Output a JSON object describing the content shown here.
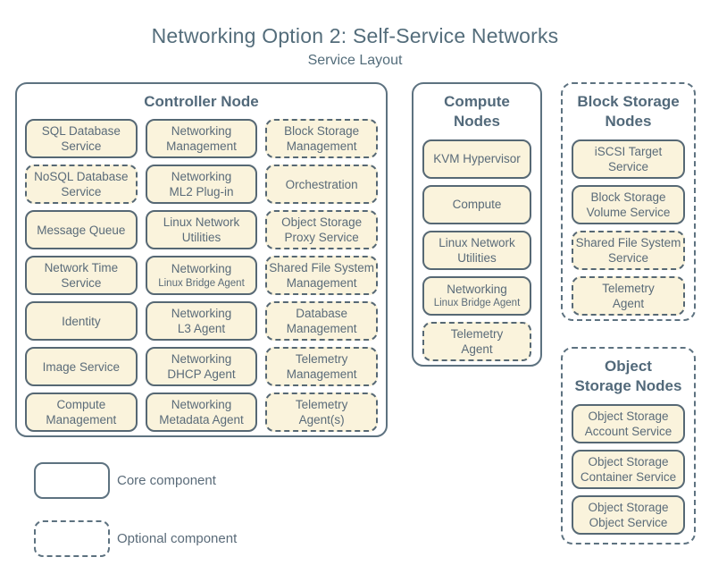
{
  "title": "Networking Option 2: Self-Service Networks",
  "subtitle": "Service Layout",
  "colors": {
    "background": "#ffffff",
    "service_fill": "#faf3dc",
    "service_border": "#566874",
    "container_border": "#5d7280",
    "text": "#5a6b79",
    "heading": "#52697a"
  },
  "legend": {
    "core": {
      "style": "solid",
      "label": "Core component"
    },
    "optional": {
      "style": "dashed",
      "label": "Optional component"
    }
  },
  "nodes": {
    "controller": {
      "title": "Controller Node",
      "style": "solid",
      "services": [
        {
          "label": "SQL Database Service",
          "style": "solid",
          "lines": [
            "SQL Database",
            "Service"
          ]
        },
        {
          "label": "Networking Management",
          "style": "solid",
          "lines": [
            "Networking",
            "Management"
          ]
        },
        {
          "label": "Block Storage Management",
          "style": "dashed",
          "lines": [
            "Block Storage",
            "Management"
          ]
        },
        {
          "label": "NoSQL Database Service",
          "style": "dashed",
          "lines": [
            "NoSQL Database",
            "Service"
          ]
        },
        {
          "label": "Networking ML2 Plug-in",
          "style": "solid",
          "lines": [
            "Networking",
            "ML2 Plug-in"
          ]
        },
        {
          "label": "Orchestration",
          "style": "dashed",
          "lines": [
            "Orchestration"
          ]
        },
        {
          "label": "Message Queue",
          "style": "solid",
          "lines": [
            "Message Queue"
          ]
        },
        {
          "label": "Linux Network Utilities",
          "style": "solid",
          "lines": [
            "Linux Network",
            "Utilities"
          ]
        },
        {
          "label": "Object Storage Proxy Service",
          "style": "dashed",
          "lines": [
            "Object Storage",
            "Proxy Service"
          ]
        },
        {
          "label": "Network Time Service",
          "style": "solid",
          "lines": [
            "Network Time",
            "Service"
          ]
        },
        {
          "label": "Networking Linux Bridge Agent",
          "style": "solid",
          "lines": [
            "Networking",
            "Linux Bridge Agent"
          ],
          "small_second_line": true
        },
        {
          "label": "Shared File System Management",
          "style": "dashed",
          "lines": [
            "Shared File System",
            "Management"
          ]
        },
        {
          "label": "Identity",
          "style": "solid",
          "lines": [
            "Identity"
          ]
        },
        {
          "label": "Networking L3 Agent",
          "style": "solid",
          "lines": [
            "Networking",
            "L3 Agent"
          ]
        },
        {
          "label": "Database Management",
          "style": "dashed",
          "lines": [
            "Database",
            "Management"
          ]
        },
        {
          "label": "Image Service",
          "style": "solid",
          "lines": [
            "Image Service"
          ]
        },
        {
          "label": "Networking DHCP Agent",
          "style": "solid",
          "lines": [
            "Networking",
            "DHCP Agent"
          ]
        },
        {
          "label": "Telemetry Management",
          "style": "dashed",
          "lines": [
            "Telemetry",
            "Management"
          ]
        },
        {
          "label": "Compute Management",
          "style": "solid",
          "lines": [
            "Compute",
            "Management"
          ]
        },
        {
          "label": "Networking Metadata Agent",
          "style": "solid",
          "lines": [
            "Networking",
            "Metadata Agent"
          ]
        },
        {
          "label": "Telemetry Agent(s)",
          "style": "dashed",
          "lines": [
            "Telemetry",
            "Agent(s)"
          ]
        }
      ]
    },
    "compute": {
      "title": "Compute Nodes",
      "title_lines": [
        "Compute",
        "Nodes"
      ],
      "style": "solid",
      "services": [
        {
          "label": "KVM Hypervisor",
          "style": "solid",
          "lines": [
            "KVM Hypervisor"
          ]
        },
        {
          "label": "Compute",
          "style": "solid",
          "lines": [
            "Compute"
          ]
        },
        {
          "label": "Linux Network Utilities",
          "style": "solid",
          "lines": [
            "Linux Network",
            "Utilities"
          ]
        },
        {
          "label": "Networking Linux Bridge Agent",
          "style": "solid",
          "lines": [
            "Networking",
            "Linux Bridge Agent"
          ],
          "small_second_line": true
        },
        {
          "label": "Telemetry Agent",
          "style": "dashed",
          "lines": [
            "Telemetry",
            "Agent"
          ]
        }
      ]
    },
    "block_storage": {
      "title": "Block Storage Nodes",
      "title_lines": [
        "Block Storage",
        "Nodes"
      ],
      "style": "dashed",
      "services": [
        {
          "label": "iSCSI Target Service",
          "style": "solid",
          "lines": [
            "iSCSI Target",
            "Service"
          ]
        },
        {
          "label": "Block Storage Volume Service",
          "style": "solid",
          "lines": [
            "Block Storage",
            "Volume Service"
          ]
        },
        {
          "label": "Shared File System Service",
          "style": "dashed",
          "lines": [
            "Shared File System",
            "Service"
          ]
        },
        {
          "label": "Telemetry Agent",
          "style": "dashed",
          "lines": [
            "Telemetry",
            "Agent"
          ]
        }
      ]
    },
    "object_storage": {
      "title": "Object Storage Nodes",
      "title_lines": [
        "Object",
        "Storage Nodes"
      ],
      "style": "dashed",
      "services": [
        {
          "label": "Object Storage Account Service",
          "style": "solid",
          "lines": [
            "Object Storage",
            "Account Service"
          ]
        },
        {
          "label": "Object Storage Container Service",
          "style": "solid",
          "lines": [
            "Object Storage",
            "Container Service"
          ]
        },
        {
          "label": "Object Storage Object Service",
          "style": "solid",
          "lines": [
            "Object Storage",
            "Object Service"
          ]
        }
      ]
    }
  }
}
